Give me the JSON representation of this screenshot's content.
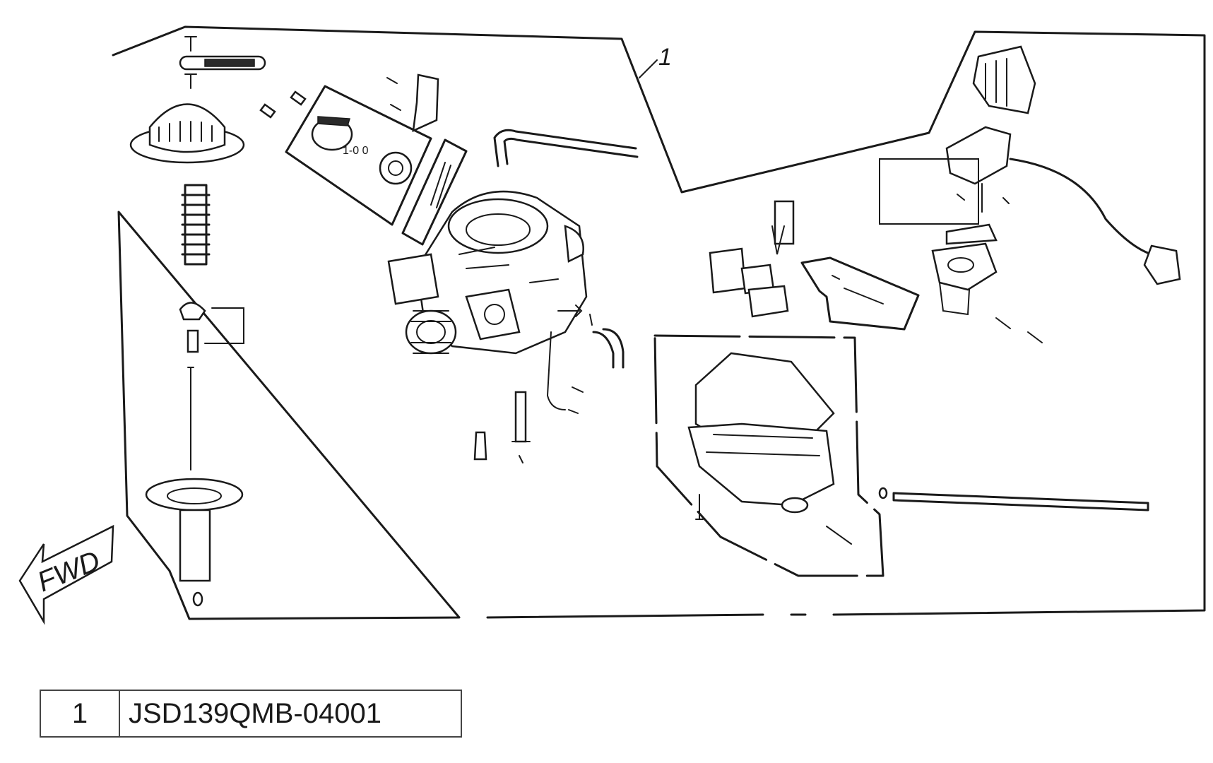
{
  "diagram": {
    "callout": "1",
    "direction_label": "FWD"
  },
  "parts": [
    {
      "ref": "1",
      "part_number": "JSD139QMB-04001"
    }
  ]
}
